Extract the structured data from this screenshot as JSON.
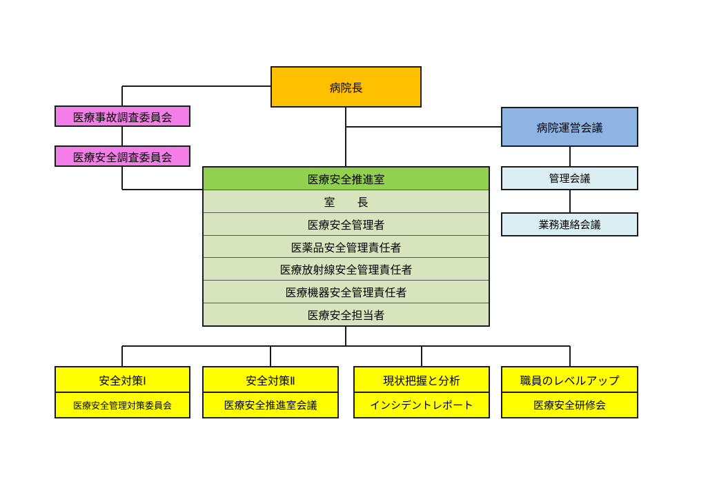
{
  "director": "病院長",
  "committees": [
    "医療事故調査委員会",
    "医療安全調査委員会"
  ],
  "management": {
    "council": "病院運営会議",
    "meetings": [
      "管理会議",
      "業務連絡会議"
    ]
  },
  "safety_office": {
    "header": "医療安全推進室",
    "roles": [
      "室　　長",
      "医療安全管理者",
      "医薬品安全管理責任者",
      "医療放射線安全管理責任者",
      "医療機器安全管理責任者",
      "医療安全担当者"
    ]
  },
  "measures": [
    {
      "title": "安全対策Ⅰ",
      "detail": "医療安全管理対策委員会"
    },
    {
      "title": "安全対策Ⅱ",
      "detail": "医療安全推進室会議"
    },
    {
      "title": "現状把握と分析",
      "detail": "インシデントレポート"
    },
    {
      "title": "職員のレベルアップ",
      "detail": "医療安全研修会"
    }
  ]
}
